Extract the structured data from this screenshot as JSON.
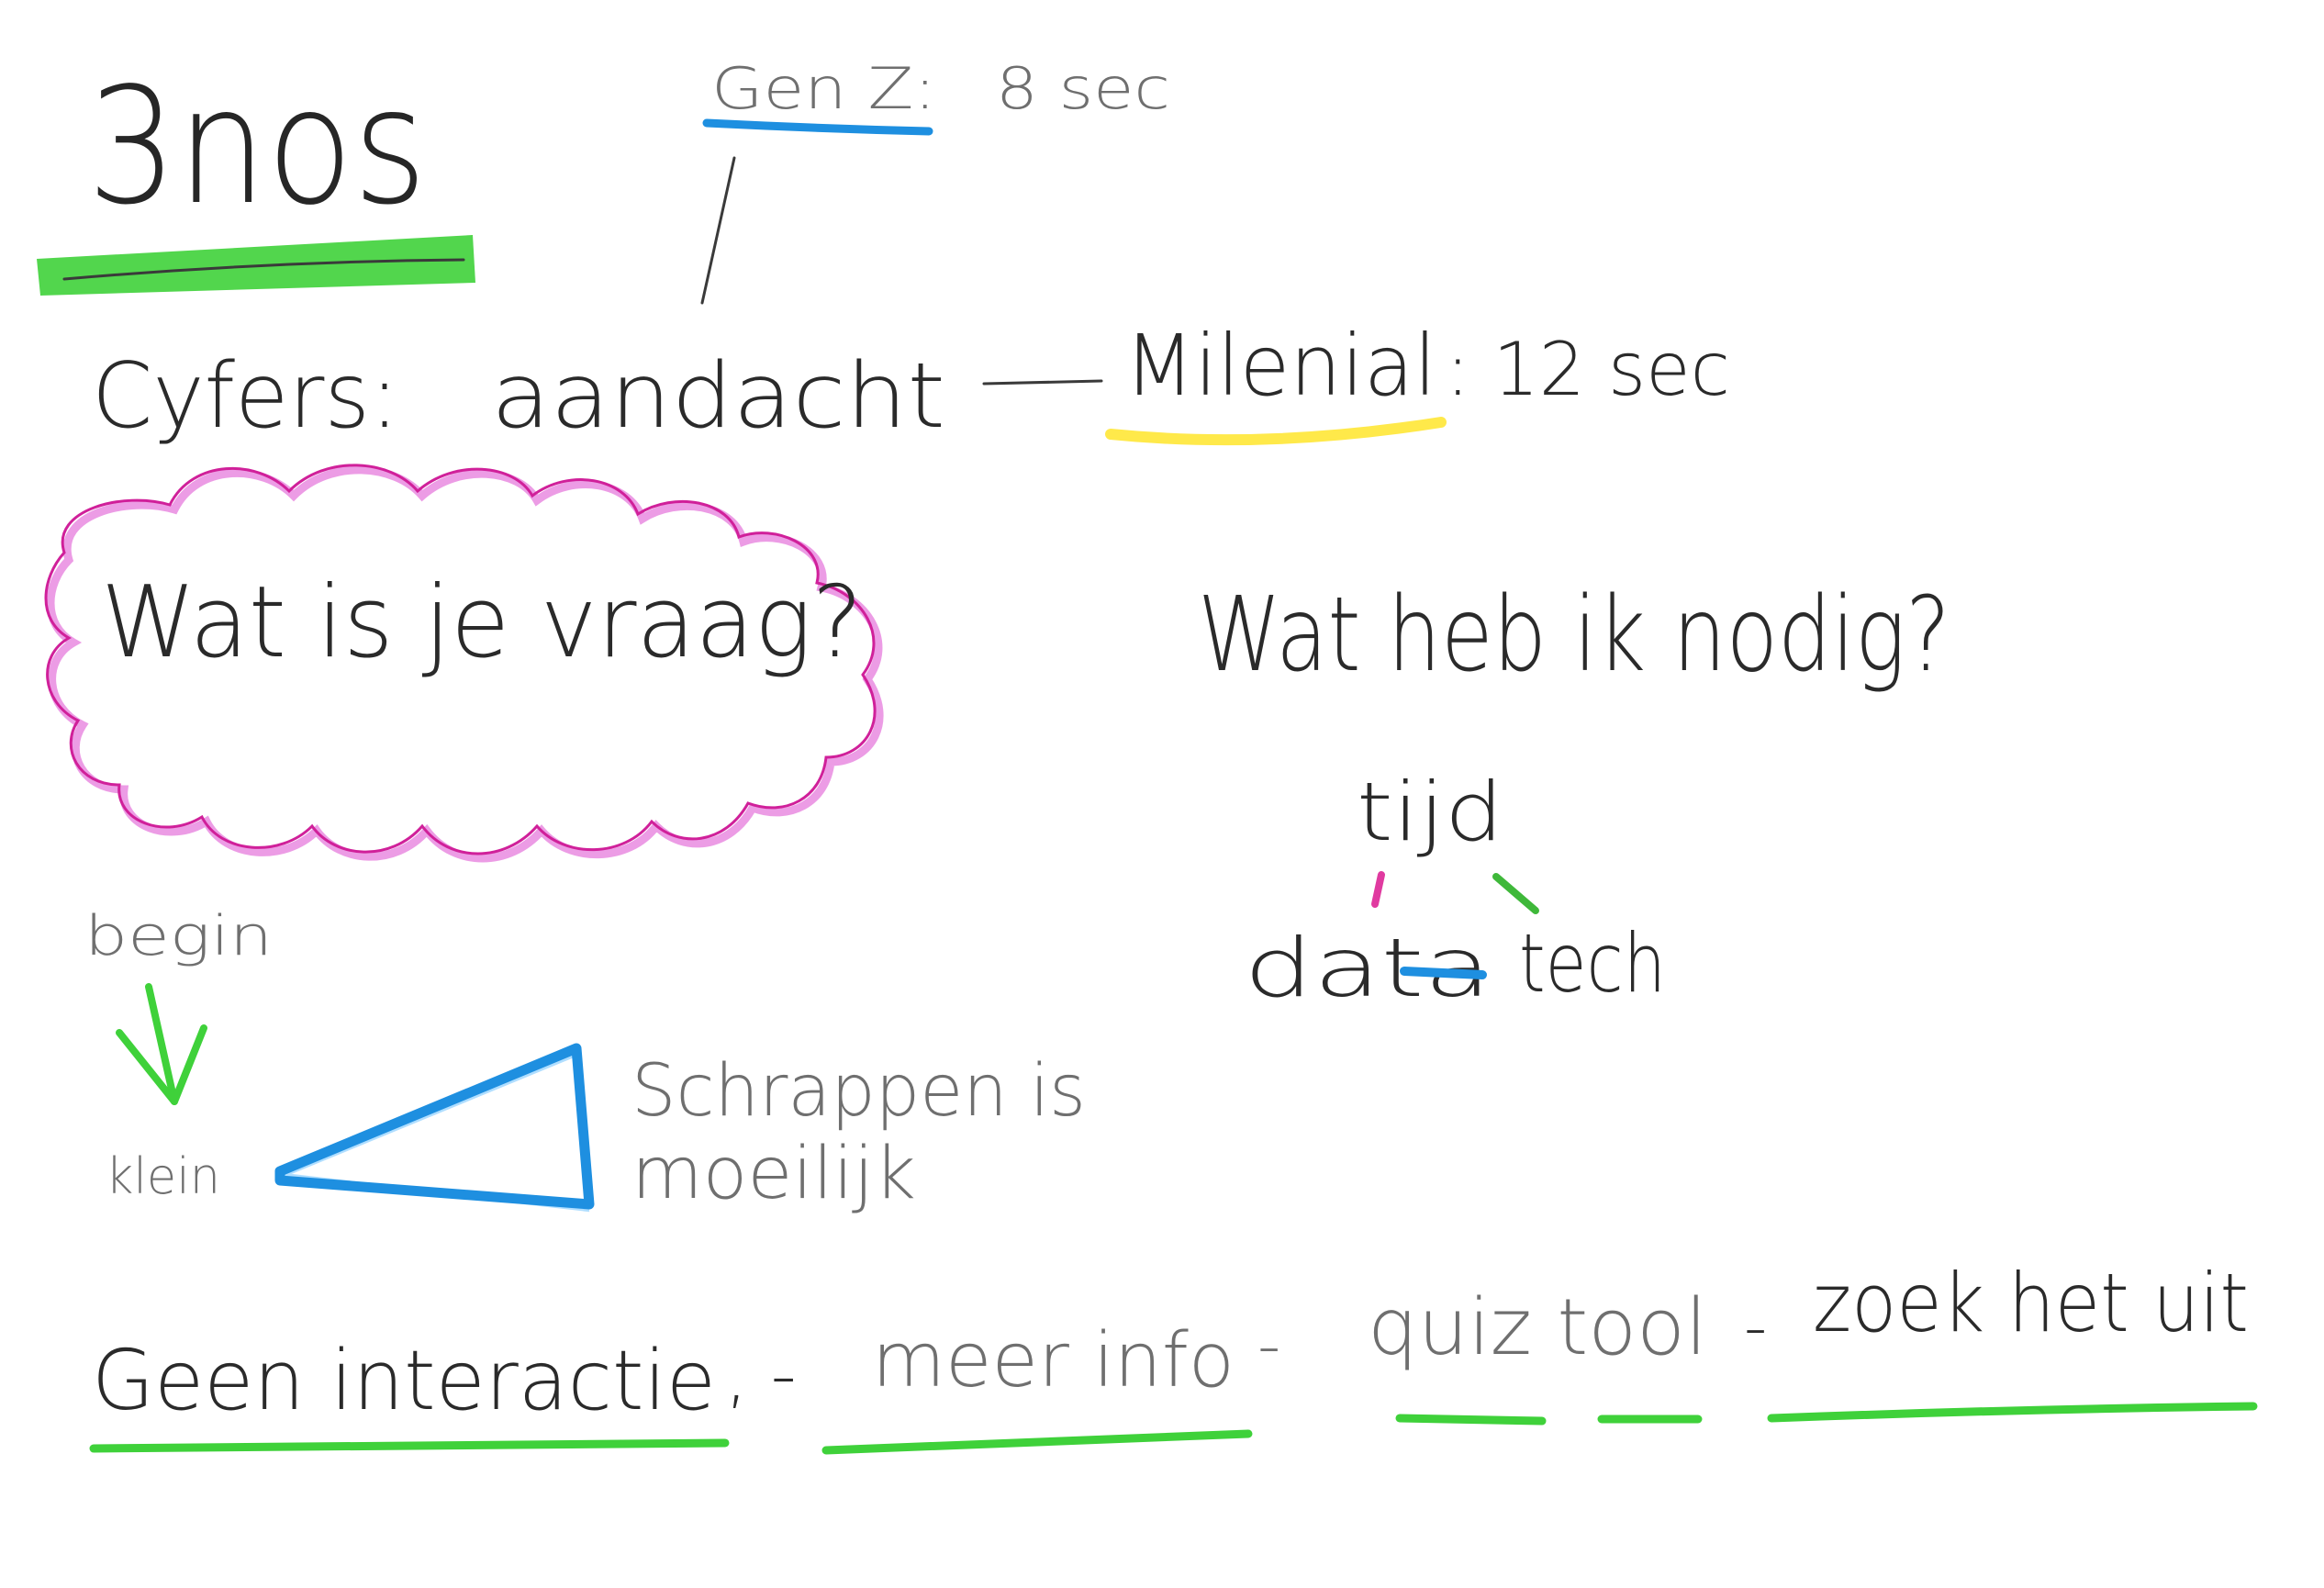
{
  "title": "3nos",
  "stats": {
    "label": "Cyfers:",
    "topic": "aandacht",
    "genz": {
      "name": "Gen Z:",
      "value": "8 sec"
    },
    "milenial": {
      "name": "Milenial",
      "value": ": 12 sec"
    }
  },
  "cloud": {
    "text": "Wat is je vraag?"
  },
  "needs": {
    "question": "Wat heb ik nodig?",
    "items": [
      "tijd",
      "data",
      "tech"
    ]
  },
  "funnel": {
    "begin_label": "begin",
    "end_label": "klein",
    "note_line1": "Schrappen is",
    "note_line2": "moeilijk"
  },
  "options": [
    {
      "text": "Geen interactie",
      "sep": ", -"
    },
    {
      "text": "meer info",
      "sep": "-"
    },
    {
      "text": "quiz tool",
      "sep": "-"
    },
    {
      "text": "zoek het uit",
      "sep": ""
    }
  ],
  "colors": {
    "green": "#3fd13a",
    "blue": "#1e8fe0",
    "yellow": "#ffe94a",
    "magenta": "#d0209a",
    "pink": "#e98be0"
  }
}
